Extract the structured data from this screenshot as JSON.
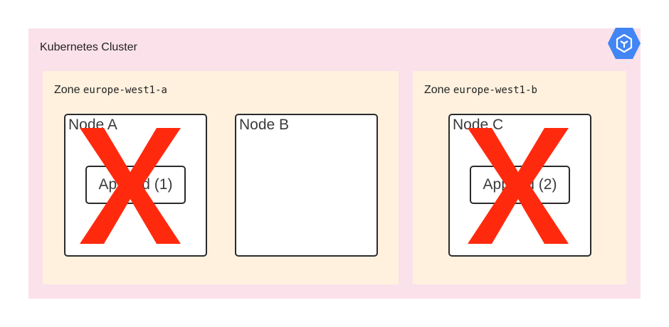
{
  "cluster": {
    "title": "Kubernetes Cluster",
    "icon": "kubernetes-engine-icon",
    "background": "#fbe1ea"
  },
  "zones": [
    {
      "prefix": "Zone",
      "name": "europe-west1-a"
    },
    {
      "prefix": "Zone",
      "name": "europe-west1-b"
    }
  ],
  "nodes": [
    {
      "label": "Node A",
      "app": "Appbed (1)",
      "failed": true
    },
    {
      "label": "Node B",
      "failed": false
    },
    {
      "label": "Node C",
      "app": "Appbed (2)",
      "failed": true
    }
  ],
  "colors": {
    "zone_fill": "#fff1de",
    "failure_cross": "#ff2a0e",
    "icon_blue": "#4285f4"
  }
}
